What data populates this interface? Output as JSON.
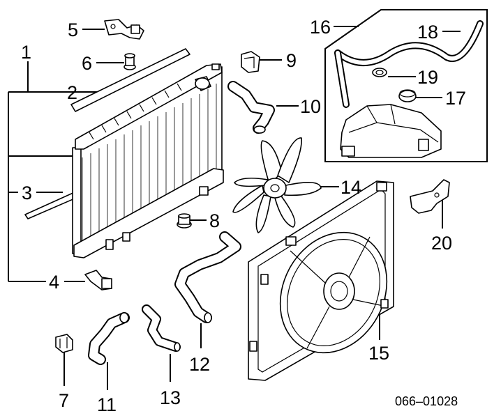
{
  "diagram": {
    "callouts": [
      "1",
      "2",
      "3",
      "4",
      "5",
      "6",
      "7",
      "8",
      "9",
      "10",
      "11",
      "12",
      "13",
      "14",
      "15",
      "16",
      "17",
      "18",
      "19",
      "20"
    ],
    "reference_code": "066–01028"
  }
}
